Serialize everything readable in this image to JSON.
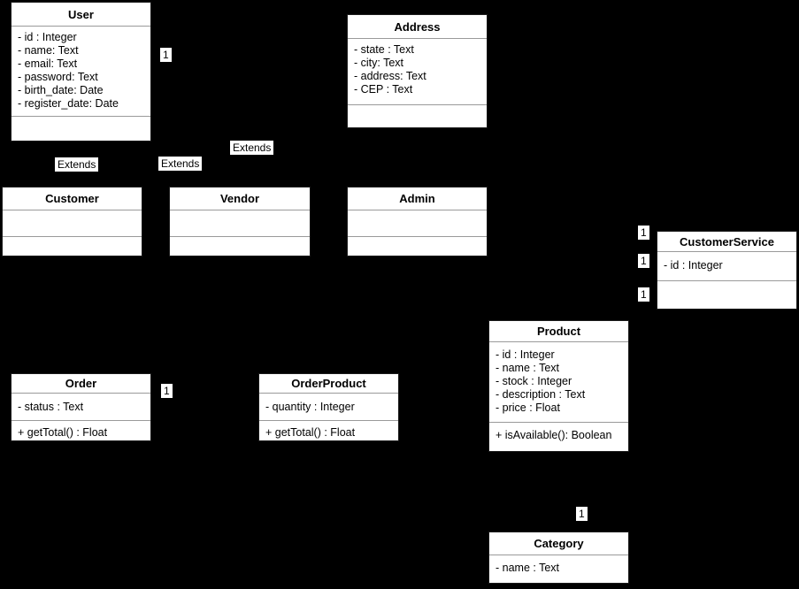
{
  "diagram": {
    "background_color": "#000000",
    "box_fill_color": "#ffffff",
    "box_text_color": "#000000",
    "separator_color": "#9a9a9a",
    "classes": {
      "user": {
        "name": "User",
        "attributes": [
          "- id : Integer",
          "- name: Text",
          "- email: Text",
          "- password: Text",
          "- birth_date: Date",
          "- register_date: Date"
        ],
        "methods": []
      },
      "address": {
        "name": "Address",
        "attributes": [
          "- state : Text",
          "- city: Text",
          "- address: Text",
          "- CEP : Text"
        ],
        "methods": []
      },
      "customer": {
        "name": "Customer",
        "attributes": [],
        "methods": []
      },
      "vendor": {
        "name": "Vendor",
        "attributes": [],
        "methods": []
      },
      "admin": {
        "name": "Admin",
        "attributes": [],
        "methods": []
      },
      "customerservice": {
        "name": "CustomerService",
        "attributes": [
          "- id : Integer"
        ],
        "methods": []
      },
      "product": {
        "name": "Product",
        "attributes": [
          "- id : Integer",
          "- name : Text",
          "- stock : Integer",
          "- description : Text",
          "- price : Float"
        ],
        "methods": [
          "+ isAvailable(): Boolean"
        ]
      },
      "order": {
        "name": "Order",
        "attributes": [
          "- status : Text"
        ],
        "methods": [
          "+ getTotal() : Float"
        ]
      },
      "orderproduct": {
        "name": "OrderProduct",
        "attributes": [
          "- quantity : Integer"
        ],
        "methods": [
          "+ getTotal() : Float"
        ]
      },
      "category": {
        "name": "Category",
        "attributes": [
          "- name : Text"
        ],
        "methods": []
      }
    },
    "labels": [
      {
        "text": "1"
      },
      {
        "text": "Extends"
      },
      {
        "text": "Extends"
      },
      {
        "text": "Extends"
      },
      {
        "text": "1"
      },
      {
        "text": "1"
      },
      {
        "text": "1"
      },
      {
        "text": "1"
      },
      {
        "text": "1"
      }
    ]
  }
}
